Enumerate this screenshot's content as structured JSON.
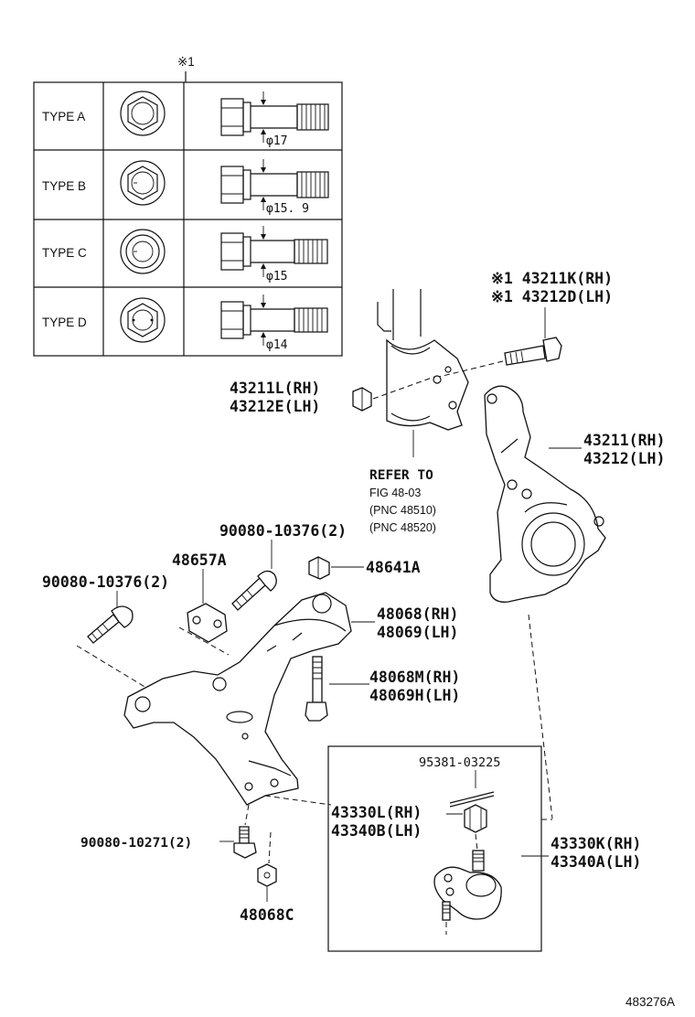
{
  "note_mark": "※1",
  "type_table": {
    "rows": [
      {
        "type_label": "TYPE A",
        "diameter": "φ17"
      },
      {
        "type_label": "TYPE B",
        "diameter": "φ15. 9"
      },
      {
        "type_label": "TYPE C",
        "diameter": "φ15"
      },
      {
        "type_label": "TYPE D",
        "diameter": "φ14"
      }
    ]
  },
  "labels": {
    "bolt_rh": "※1 43211K(RH)",
    "bolt_lh": "※1 43212D(LH)",
    "nut_rh": "43211L(RH)",
    "nut_lh": "43212E(LH)",
    "knuckle_rh": "43211(RH)",
    "knuckle_lh": "43212(LH)",
    "refer_1": "REFER TO",
    "refer_2": "FIG 48-03",
    "refer_3": "(PNC 48510)",
    "refer_4": "(PNC 48520)",
    "bolt_90080_top": "90080-10376(2)",
    "bracket_48657a": "48657A",
    "nut_48641a": "48641A",
    "bolt_90080_left": "90080-10376(2)",
    "arm_rh": "48068(RH)",
    "arm_lh": "48069(LH)",
    "arm_bolt_rh": "48068M(RH)",
    "arm_bolt_lh": "48069H(LH)",
    "pin_95381": "95381-03225",
    "ballnut_rh": "43330L(RH)",
    "ballnut_lh": "43340B(LH)",
    "balljoint_rh": "43330K(RH)",
    "balljoint_lh": "43340A(LH)",
    "bolt_90080_bottom": "90080-10271(2)",
    "nut_48068c": "48068C"
  },
  "figure_id": "483276A"
}
